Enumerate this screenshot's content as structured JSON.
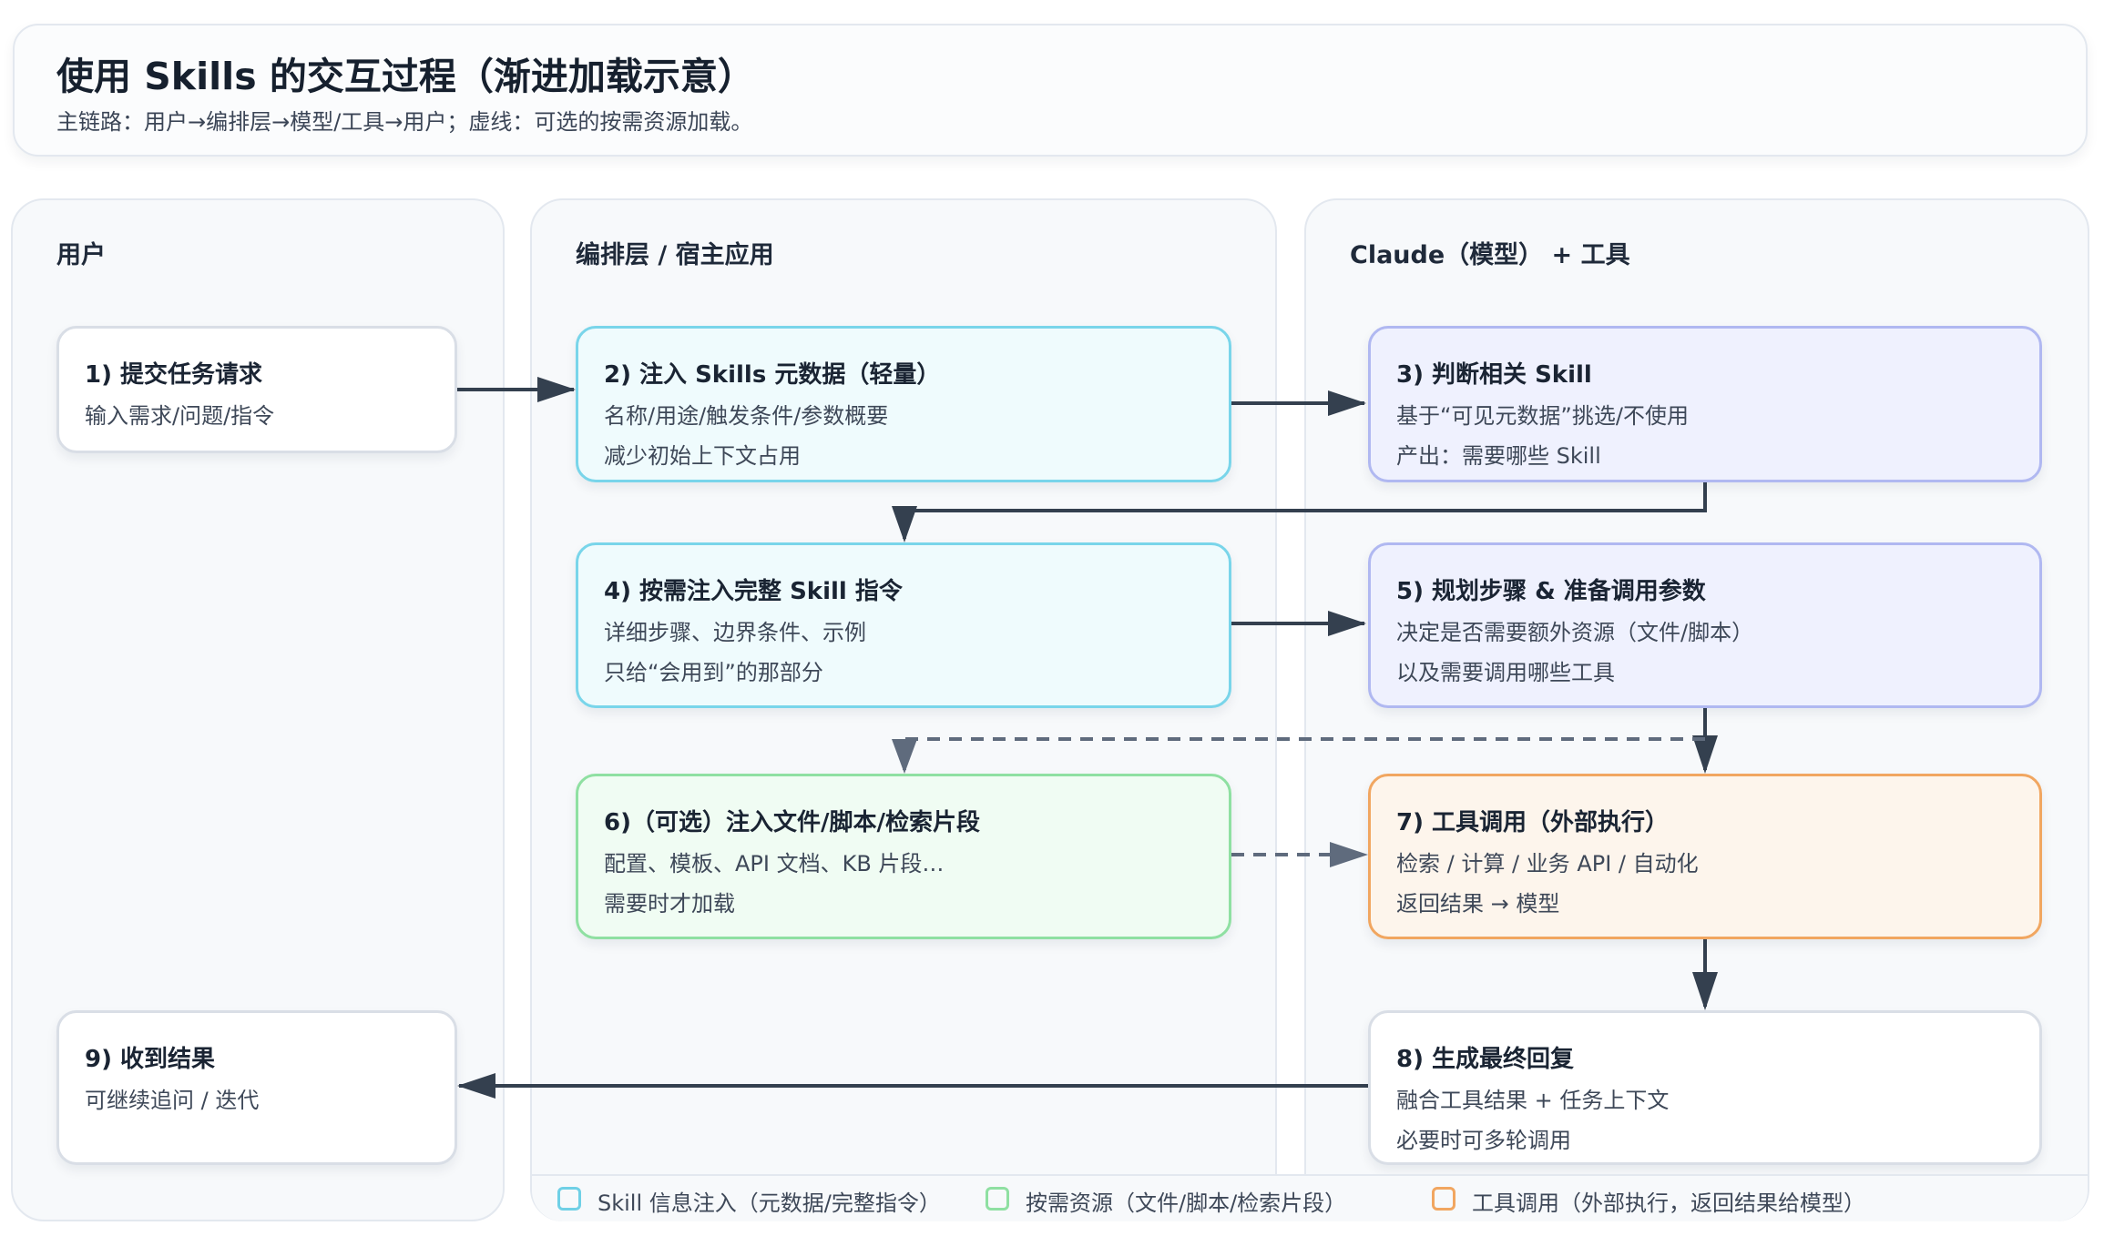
{
  "header": {
    "title": "使用 Skills 的交互过程（渐进加载示意）",
    "subtitle": "主链路：用户→编排层→模型/工具→用户；虚线：可选的按需资源加载。"
  },
  "lanes": {
    "user": "用户",
    "orchestration": "编排层 / 宿主应用",
    "model": "Claude（模型） + 工具"
  },
  "steps": {
    "s1": {
      "title": "1) 提交任务请求",
      "line1": "输入需求/问题/指令"
    },
    "s2": {
      "title": "2) 注入 Skills 元数据（轻量）",
      "line1": "名称/用途/触发条件/参数概要",
      "line2": "减少初始上下文占用"
    },
    "s3": {
      "title": "3) 判断相关 Skill",
      "line1": "基于“可见元数据”挑选/不使用",
      "line2": "产出：需要哪些 Skill"
    },
    "s4": {
      "title": "4) 按需注入完整 Skill 指令",
      "line1": "详细步骤、边界条件、示例",
      "line2": "只给“会用到”的那部分"
    },
    "s5": {
      "title": "5) 规划步骤 & 准备调用参数",
      "line1": "决定是否需要额外资源（文件/脚本）",
      "line2": "以及需要调用哪些工具"
    },
    "s6": {
      "title": "6)（可选）注入文件/脚本/检索片段",
      "line1": "配置、模板、API 文档、KB 片段…",
      "line2": "需要时才加载"
    },
    "s7": {
      "title": "7) 工具调用（外部执行）",
      "line1": "检索 / 计算 / 业务 API / 自动化",
      "line2": "返回结果 → 模型"
    },
    "s8": {
      "title": "8) 生成最终回复",
      "line1": "融合工具结果 + 任务上下文",
      "line2": "必要时可多轮调用"
    },
    "s9": {
      "title": "9) 收到结果",
      "line1": "可继续追问 / 迭代"
    }
  },
  "legend": [
    {
      "label": "Skill 信息注入（元数据/完整指令）",
      "color": "#6fd0e6"
    },
    {
      "label": "按需资源（文件/脚本/检索片段）",
      "color": "#8fe0a2"
    },
    {
      "label": "工具调用（外部执行，返回结果给模型）",
      "color": "#f1a660"
    }
  ],
  "colors": {
    "connector": "#34404f",
    "dashed_connector": "#5f6b7d"
  }
}
